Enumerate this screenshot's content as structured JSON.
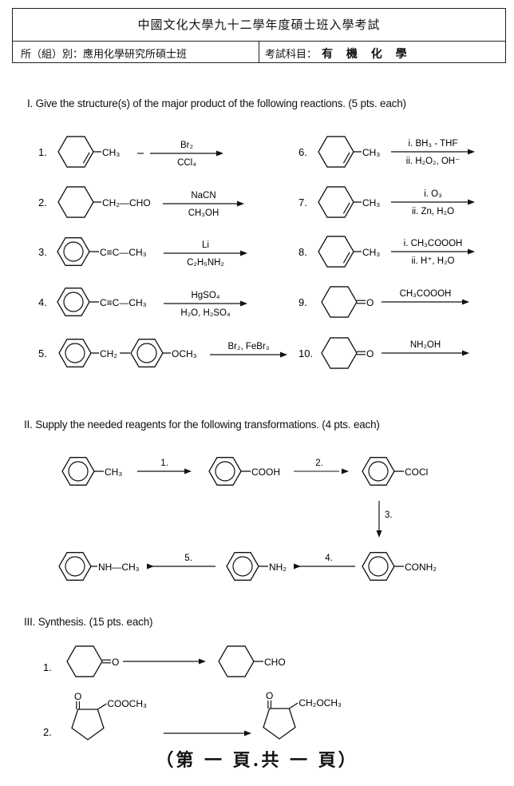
{
  "header": {
    "title": "中國文化大學九十二學年度碩士班入學考試",
    "dept": "所（組）別：應用化學研究所碩士班",
    "subject_label": "考試科目：",
    "subject": "有 機 化 學"
  },
  "section1": {
    "heading": "I.  Give the structure(s) of the major product of the following reactions.  (5 pts. each)",
    "left": [
      {
        "num": "1.",
        "sub": "CH₃",
        "top": "Br₂",
        "bottom": "CCl₄"
      },
      {
        "num": "2.",
        "sub": "CH₂—CHO",
        "top": "NaCN",
        "bottom": "CH₃OH"
      },
      {
        "num": "3.",
        "sub": "C≡C—CH₃",
        "top": "Li",
        "bottom": "C₂H₅NH₂"
      },
      {
        "num": "4.",
        "sub": "C≡C—CH₃",
        "top": "HgSO₄",
        "bottom": "H₂O, H₂SO₄"
      },
      {
        "num": "5.",
        "link": "CH₂",
        "sub": "OCH₃",
        "top": "Br₂, FeBr₃",
        "bottom": ""
      }
    ],
    "right": [
      {
        "num": "6.",
        "sub": "CH₃",
        "top": "i. BH₃ - THF",
        "bottom": "ii. H₂O₂, OH⁻"
      },
      {
        "num": "7.",
        "sub": "CH₃",
        "top": "i. O₃",
        "bottom": "ii. Zn, H₂O"
      },
      {
        "num": "8.",
        "sub": "CH₃",
        "top": "i. CH₃COOOH",
        "bottom": "ii. H⁺, H₂O"
      },
      {
        "num": "9.",
        "sub": "O",
        "top": "CH₃COOOH",
        "bottom": ""
      },
      {
        "num": "10.",
        "sub": "O",
        "top": "NH₂OH",
        "bottom": ""
      }
    ]
  },
  "section2": {
    "heading": "II. Supply the needed reagents for the following transformations. (4 pts. each)",
    "compounds": [
      "CH₃",
      "COOH",
      "COCl",
      "CONH₂",
      "NH₂",
      "NH—CH₃"
    ],
    "steps": [
      "1.",
      "2.",
      "3.",
      "4.",
      "5."
    ]
  },
  "section3": {
    "heading": "III. Synthesis. (15 pts. each)",
    "items": [
      {
        "num": "1.",
        "start": "O",
        "end": "CHO"
      },
      {
        "num": "2.",
        "start_keto": "O",
        "start_sub": "COOCH₃",
        "end_keto": "O",
        "end_sub": "CH₂OCH₃"
      }
    ]
  },
  "footer": "（第 一 頁.共 一 頁）"
}
